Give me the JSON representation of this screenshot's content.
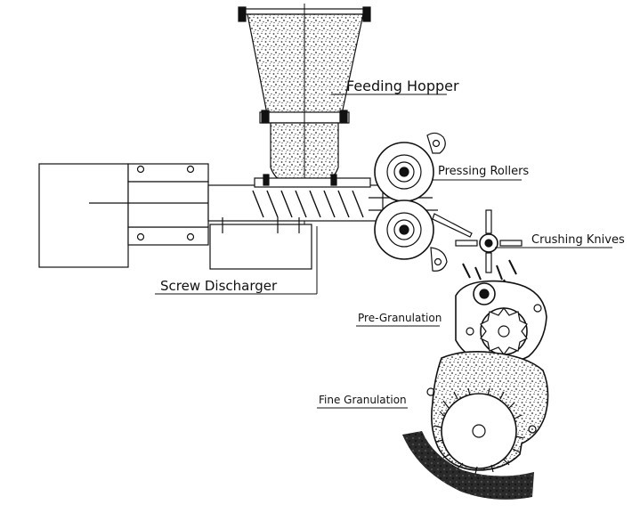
{
  "labels": {
    "feeding_hopper": "Feeding Hopper",
    "pressing_rollers": "Pressing Rollers",
    "crushing_knives": "Crushing Knives",
    "screw_discharger": "Screw Discharger",
    "pre_granulation": "Pre-Granulation",
    "fine_granulation": "Fine Granulation"
  },
  "colors": {
    "line": "#111111",
    "fill_dark": "#1a1a1a",
    "speckle": "#444444"
  }
}
